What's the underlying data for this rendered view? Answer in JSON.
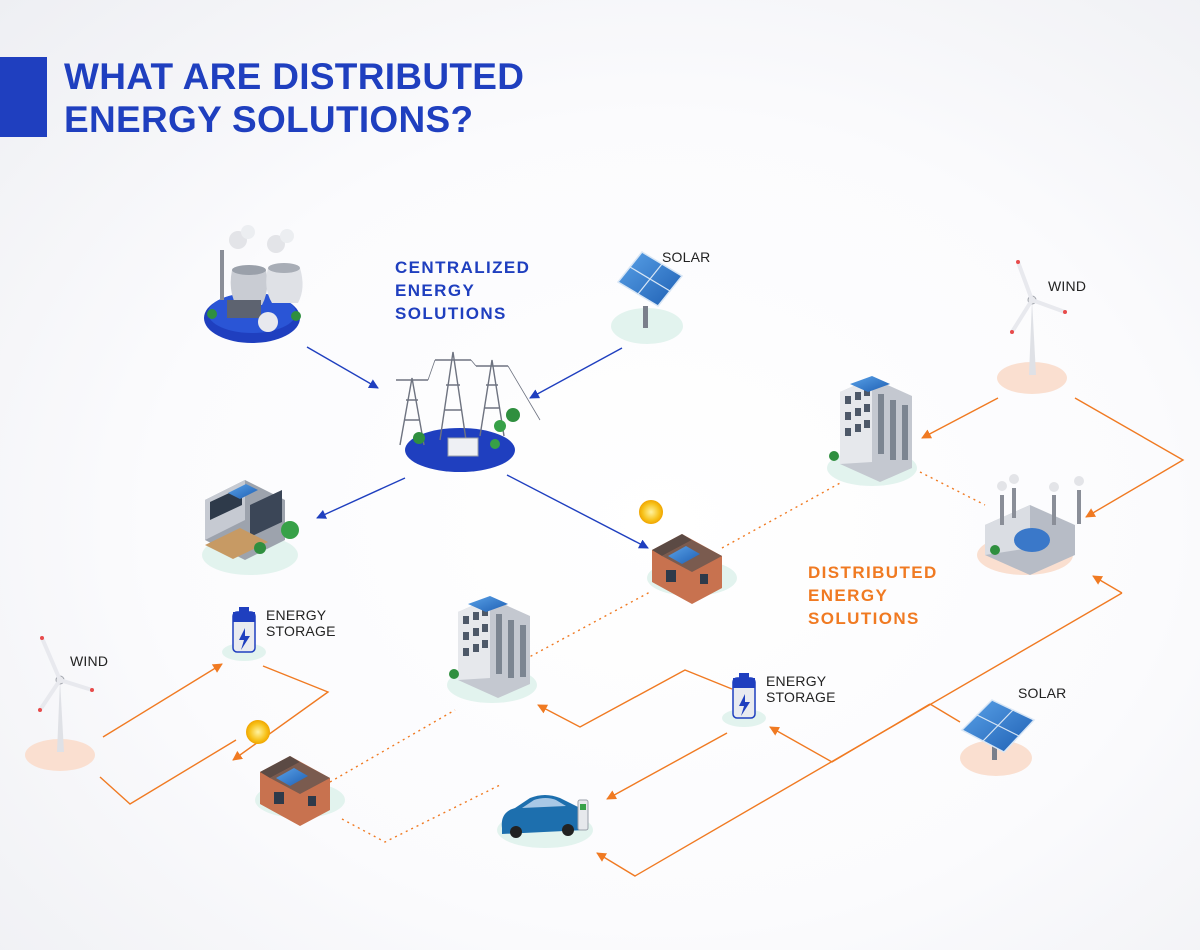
{
  "title": {
    "line1": "WHAT ARE DISTRIBUTED",
    "line2": "ENERGY SOLUTIONS?"
  },
  "centralized": {
    "line1": "CENTRALIZED",
    "line2": "ENERGY",
    "line3": "SOLUTIONS"
  },
  "distributed": {
    "line1": "DISTRIBUTED",
    "line2": "ENERGY",
    "line3": "SOLUTIONS"
  },
  "labels": {
    "solar_top": "SOLAR",
    "wind_right": "WIND",
    "wind_left": "WIND",
    "storage_left": {
      "line1": "ENERGY",
      "line2": "STORAGE"
    },
    "storage_mid": {
      "line1": "ENERGY",
      "line2": "STORAGE"
    },
    "solar_bottom": "SOLAR"
  },
  "colors": {
    "centralized": "#1f3fbf",
    "distributed": "#f07a22",
    "title": "#1f3fbf"
  }
}
